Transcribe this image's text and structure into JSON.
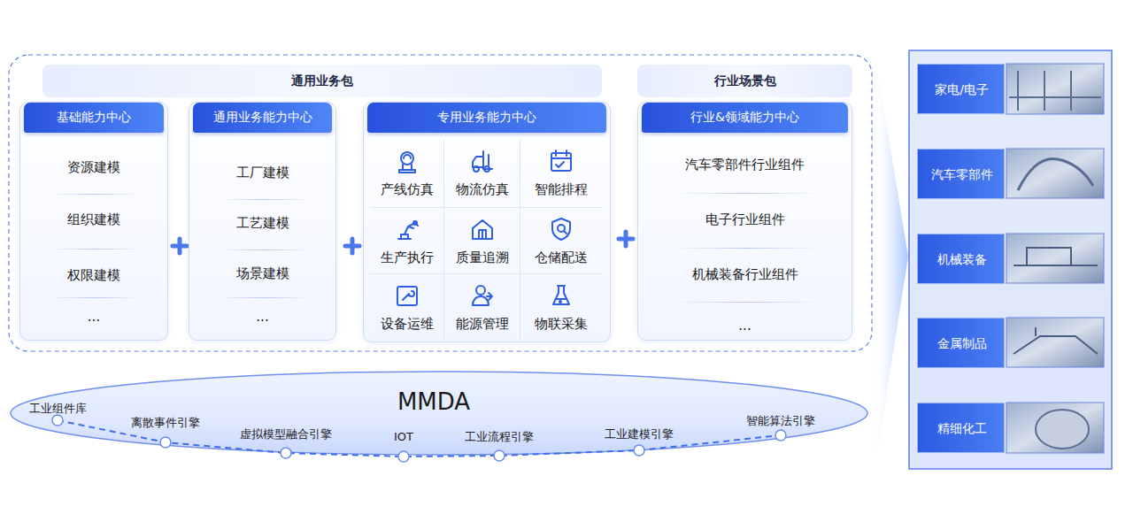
{
  "diagram": {
    "nodes": [
      {
        "text": [
          "通用业务包"
        ]
      },
      {
        "text": [
          "行业场景包"
        ]
      },
      {
        "text": [
          "基础能力中心",
          "资源建模",
          "组织建模",
          "权限建模",
          "..."
        ]
      },
      {
        "text": [
          "通用业务能力中心",
          "工厂建模",
          "工艺建模",
          "场景建模",
          "..."
        ]
      },
      {
        "text": [
          "专用业务能力中心"
        ]
      },
      {
        "text": [
          "产线仿真"
        ],
        "in": 4
      },
      {
        "text": [
          "物流仿真"
        ],
        "in": 4
      },
      {
        "text": [
          "智能排程"
        ],
        "in": 4
      },
      {
        "text": [
          "生产执行"
        ],
        "in": 4
      },
      {
        "text": [
          "质量追溯"
        ],
        "in": 4
      },
      {
        "text": [
          "仓储配送"
        ],
        "in": 4
      },
      {
        "text": [
          "设备运维"
        ],
        "in": 4
      },
      {
        "text": [
          "能源管理"
        ],
        "in": 4
      },
      {
        "text": [
          "物联采集"
        ],
        "in": 4
      },
      {
        "text": [
          "行业&领域能力中心",
          "汽车零部件行业组件",
          "电子行业组件",
          "机械装备行业组件",
          "..."
        ]
      },
      {
        "text": [
          "MMDA",
          "工业组件库",
          "离散事件引擎",
          "虚拟模型融合引擎",
          "IOT",
          "工业流程引擎",
          "工业建模引擎",
          "智能算法引擎"
        ]
      },
      {
        "text": [
          "家电/电子"
        ]
      },
      {
        "text": [
          "汽车零部件"
        ]
      },
      {
        "text": [
          "机械装备"
        ]
      },
      {
        "text": [
          "金属制品"
        ]
      },
      {
        "text": [
          "精细化工"
        ]
      }
    ]
  }
}
